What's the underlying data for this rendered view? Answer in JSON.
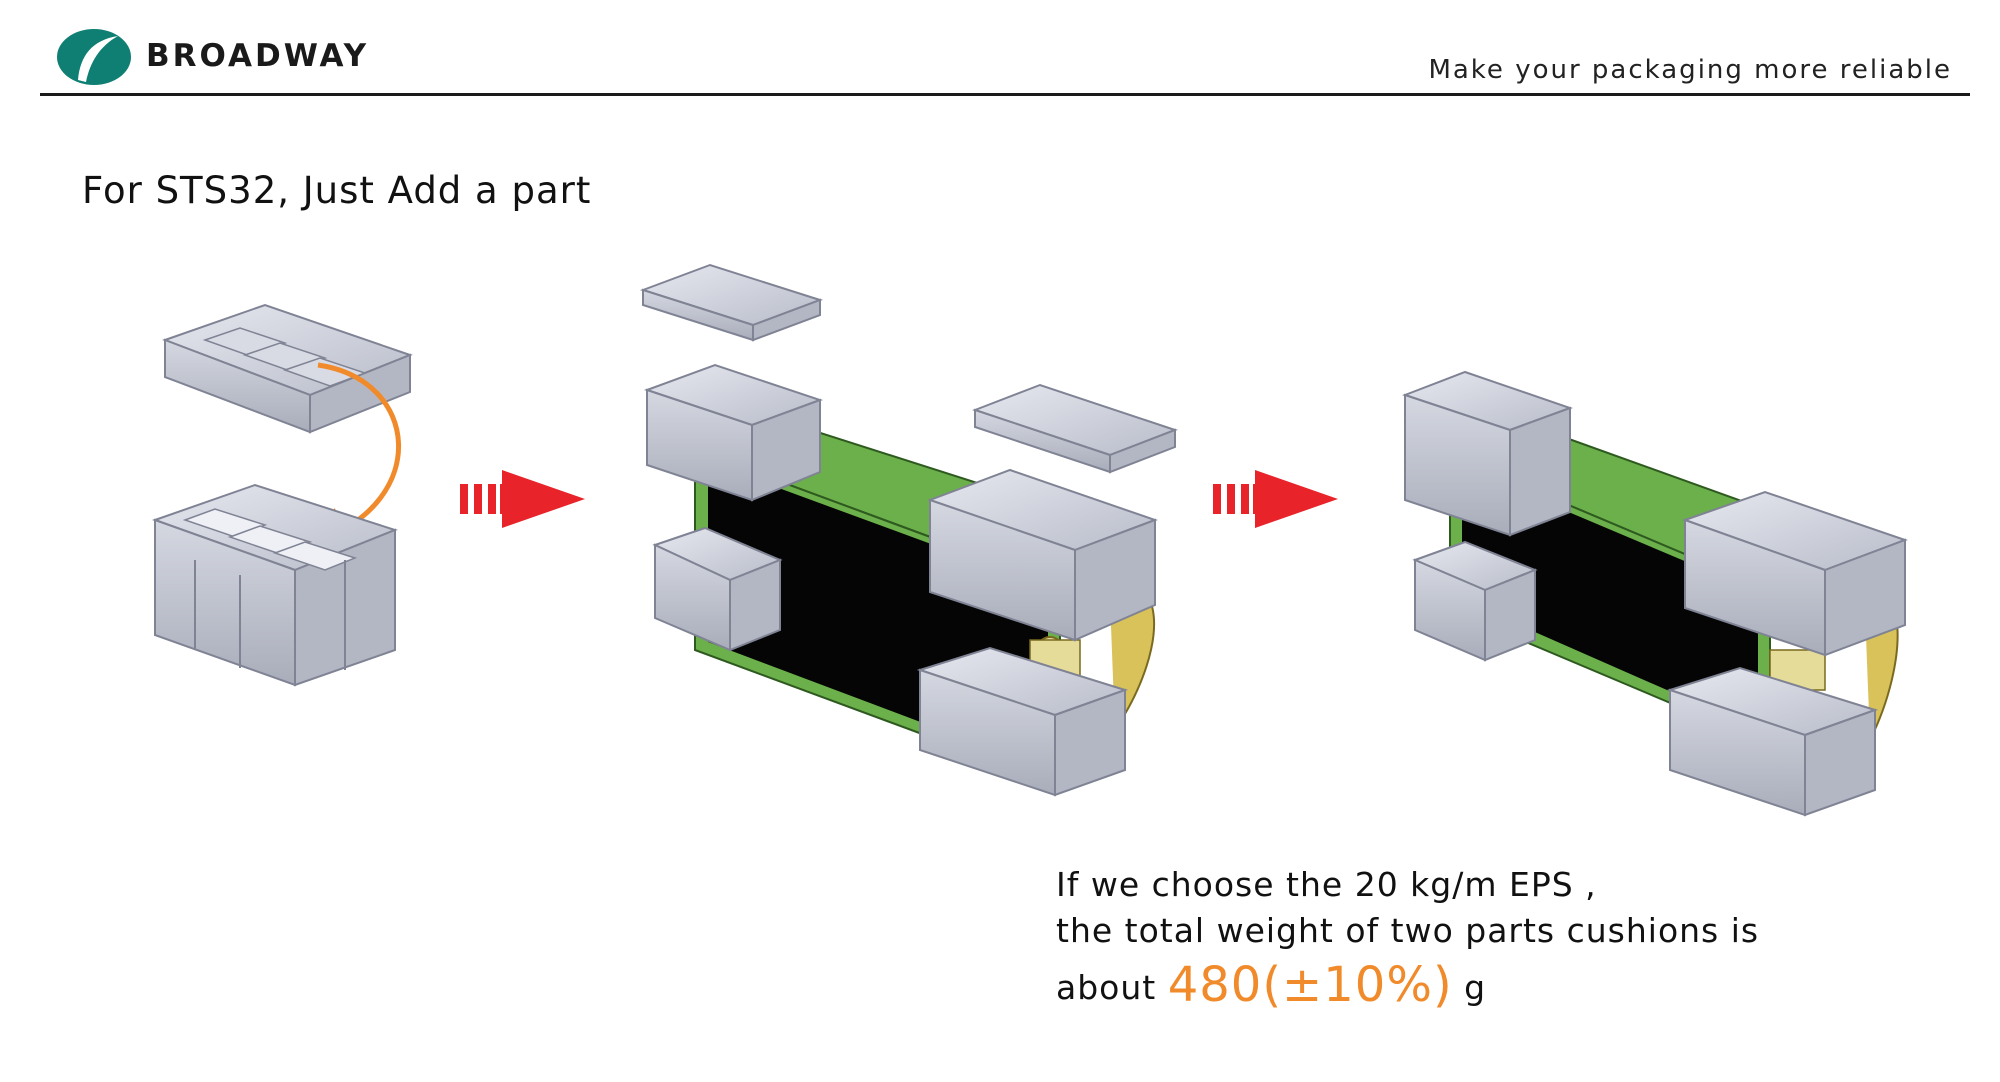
{
  "header": {
    "brand": "BROADWAY",
    "tagline": "Make your packaging more reliable"
  },
  "slide": {
    "title": "For STS32, Just Add a part"
  },
  "caption": {
    "line1": "If we choose the 20 kg/m  EPS ,",
    "line2": "the total weight of two parts cushions is",
    "line3_prefix": "about ",
    "weight_value": "480(±10%)",
    "line3_suffix": " g"
  },
  "colors": {
    "brand_teal": "#0f7f74",
    "arrow_red": "#e8232a",
    "accent_orange": "#f08a2a",
    "board_green": "#6bb04a",
    "foam_grey": "#c9ccd6",
    "panel_black": "#050505",
    "disc_yellow": "#d9c25a"
  }
}
